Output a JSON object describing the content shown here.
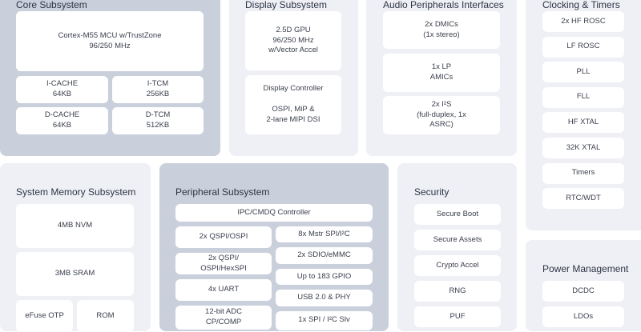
{
  "core": {
    "title": "Core Subsystem",
    "mcu": "Cortex-M55 MCU w/TrustZone\n96/250 MHz",
    "icache": "I-CACHE\n64KB",
    "itcm": "I-TCM\n256KB",
    "dcache": "D-CACHE\n64KB",
    "dtcm": "D-TCM\n512KB"
  },
  "display": {
    "title": "Display Subsystem",
    "gpu": "2.5D GPU\n96/250 MHz\nw/Vector Accel",
    "controller": "Display Controller\n\nOSPI, MiP &\n2-lane MIPI DSI"
  },
  "audio": {
    "title": "Audio Peripherals Interfaces",
    "items": [
      "2x DMICs\n(1x stereo)",
      "1x LP\nAMICs",
      "2x I²S\n(full-duplex, 1x\nASRC)"
    ]
  },
  "clocking": {
    "title": "Clocking & Timers",
    "items": [
      "2x HF ROSC",
      "LF ROSC",
      "PLL",
      "FLL",
      "HF XTAL",
      "32K XTAL",
      "Timers",
      "RTC/WDT"
    ]
  },
  "memory": {
    "title": "System Memory Subsystem",
    "nvm": "4MB NVM",
    "sram": "3MB SRAM",
    "efuse": "eFuse OTP",
    "rom": "ROM"
  },
  "peripheral": {
    "title": "Peripheral Subsystem",
    "ipc": "IPC/CMDQ Controller",
    "left": [
      "2x QSPI/OSPI",
      "2x QSPI/\nOSPI/HexSPI",
      "4x UART",
      "12-bit ADC\nCP/COMP"
    ],
    "right": [
      "8x Mstr SPI/I²C",
      "2x SDIO/eMMC",
      "Up to 183 GPIO",
      "USB 2.0 & PHY",
      "1x SPI / I²C Slv"
    ]
  },
  "security": {
    "title": "Security",
    "items": [
      "Secure Boot",
      "Secure Assets",
      "Crypto Accel",
      "RNG",
      "PUF"
    ]
  },
  "power": {
    "title": "Power Management",
    "items": [
      "DCDC",
      "LDOs"
    ]
  }
}
